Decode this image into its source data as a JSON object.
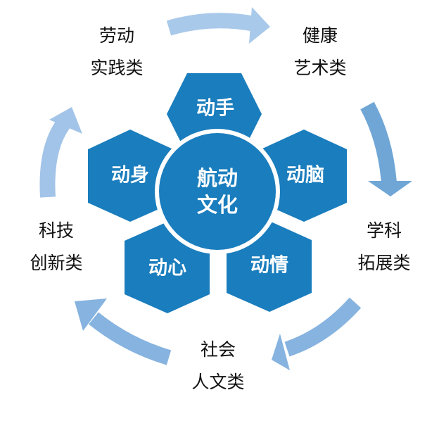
{
  "center": {
    "line1": "航动",
    "line2": "文化"
  },
  "hexagons": [
    {
      "label": "动手"
    },
    {
      "label": "动脑"
    },
    {
      "label": "动情"
    },
    {
      "label": "动心"
    },
    {
      "label": "动身"
    }
  ],
  "categories": [
    {
      "line1": "劳动",
      "line2": "实践类"
    },
    {
      "line1": "健康",
      "line2": "艺术类"
    },
    {
      "line1": "学科",
      "line2": "拓展类"
    },
    {
      "line1": "社会",
      "line2": "人文类"
    },
    {
      "line1": "科技",
      "line2": "创新类"
    }
  ],
  "colors": {
    "hex": "#1a7dbd",
    "arrow_light": "#a9c9ea",
    "arrow_mid": "#6fa6d6",
    "arrow": "#86b3df"
  }
}
